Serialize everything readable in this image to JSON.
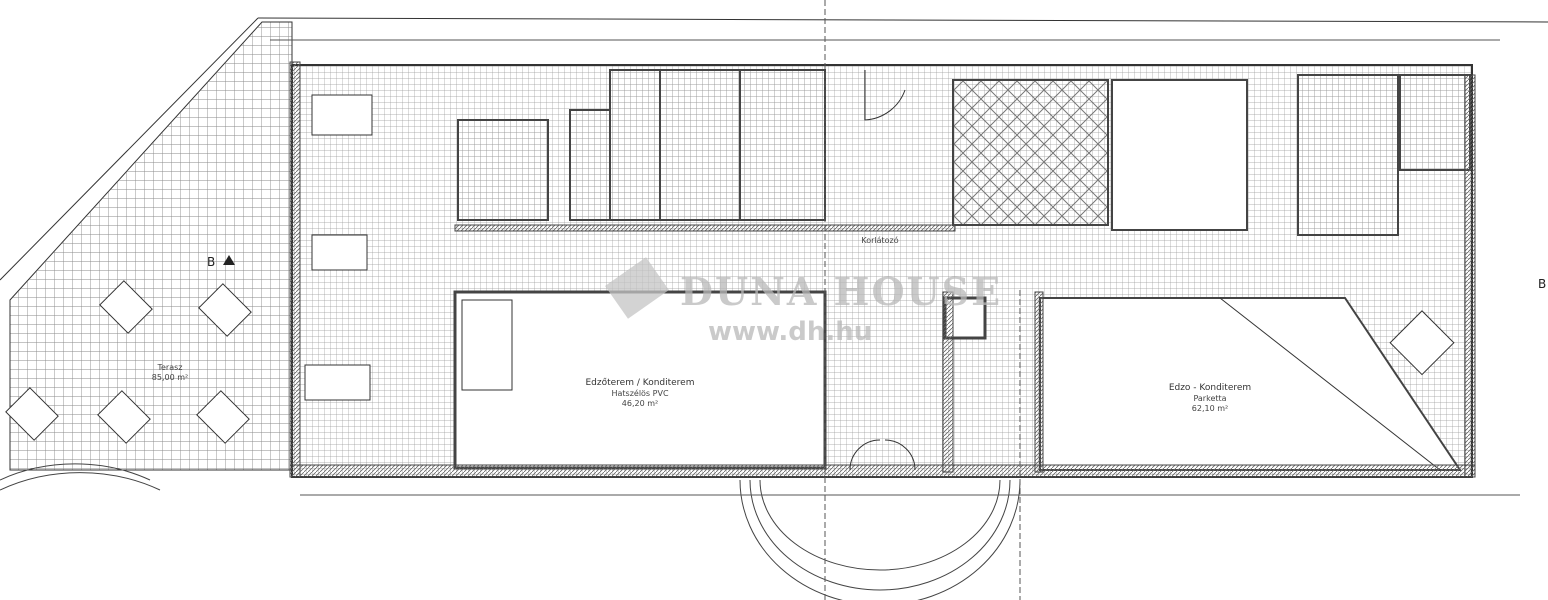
{
  "watermark": {
    "brand": "DUNA HOUSE",
    "url": "www.dh.hu"
  },
  "rooms": {
    "gym": {
      "name": "Edzőterem / Konditerem",
      "floor": "Hatszélös PVC",
      "area": "46,20 m²"
    },
    "hall": {
      "name": "Edzo - Konditerem",
      "floor": "Parketta",
      "area": "62,10 m²"
    },
    "corridor": {
      "name": "Korlátozó"
    },
    "terrace": {
      "name": "Terasz",
      "area": "85,00 m²"
    }
  },
  "section_markers": {
    "left": "B",
    "right": "B"
  },
  "colors": {
    "line": "#333333",
    "grid": "#8a8a8a",
    "wall": "#555555",
    "paper": "#ffffff"
  }
}
